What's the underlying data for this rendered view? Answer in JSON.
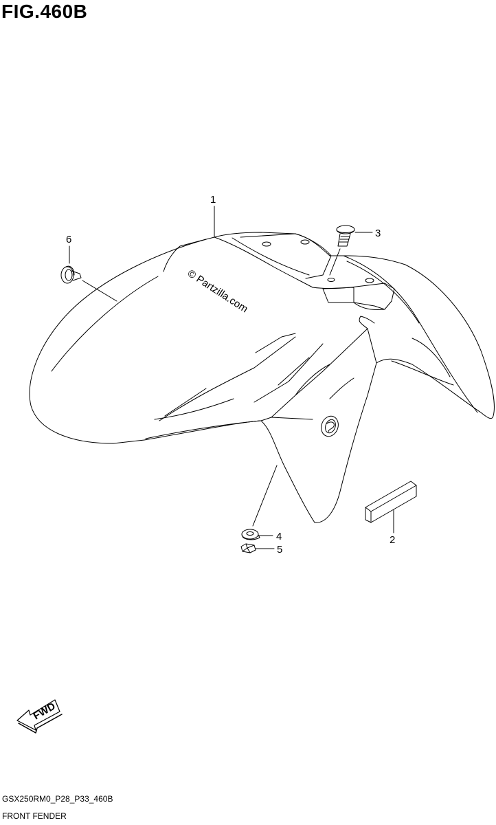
{
  "figure": {
    "title": "FIG.460B",
    "code": "GSX250RM0_P28_P33_460B",
    "caption": "FRONT FENDER"
  },
  "watermark": "© Partzilla.com",
  "callouts": [
    {
      "id": "1",
      "label": "1"
    },
    {
      "id": "2",
      "label": "2"
    },
    {
      "id": "3",
      "label": "3"
    },
    {
      "id": "4",
      "label": "4"
    },
    {
      "id": "5",
      "label": "5"
    },
    {
      "id": "6",
      "label": "6"
    }
  ],
  "direction_arrow": {
    "label": "FWD"
  },
  "colors": {
    "ink": "#000000",
    "paper": "#ffffff"
  }
}
